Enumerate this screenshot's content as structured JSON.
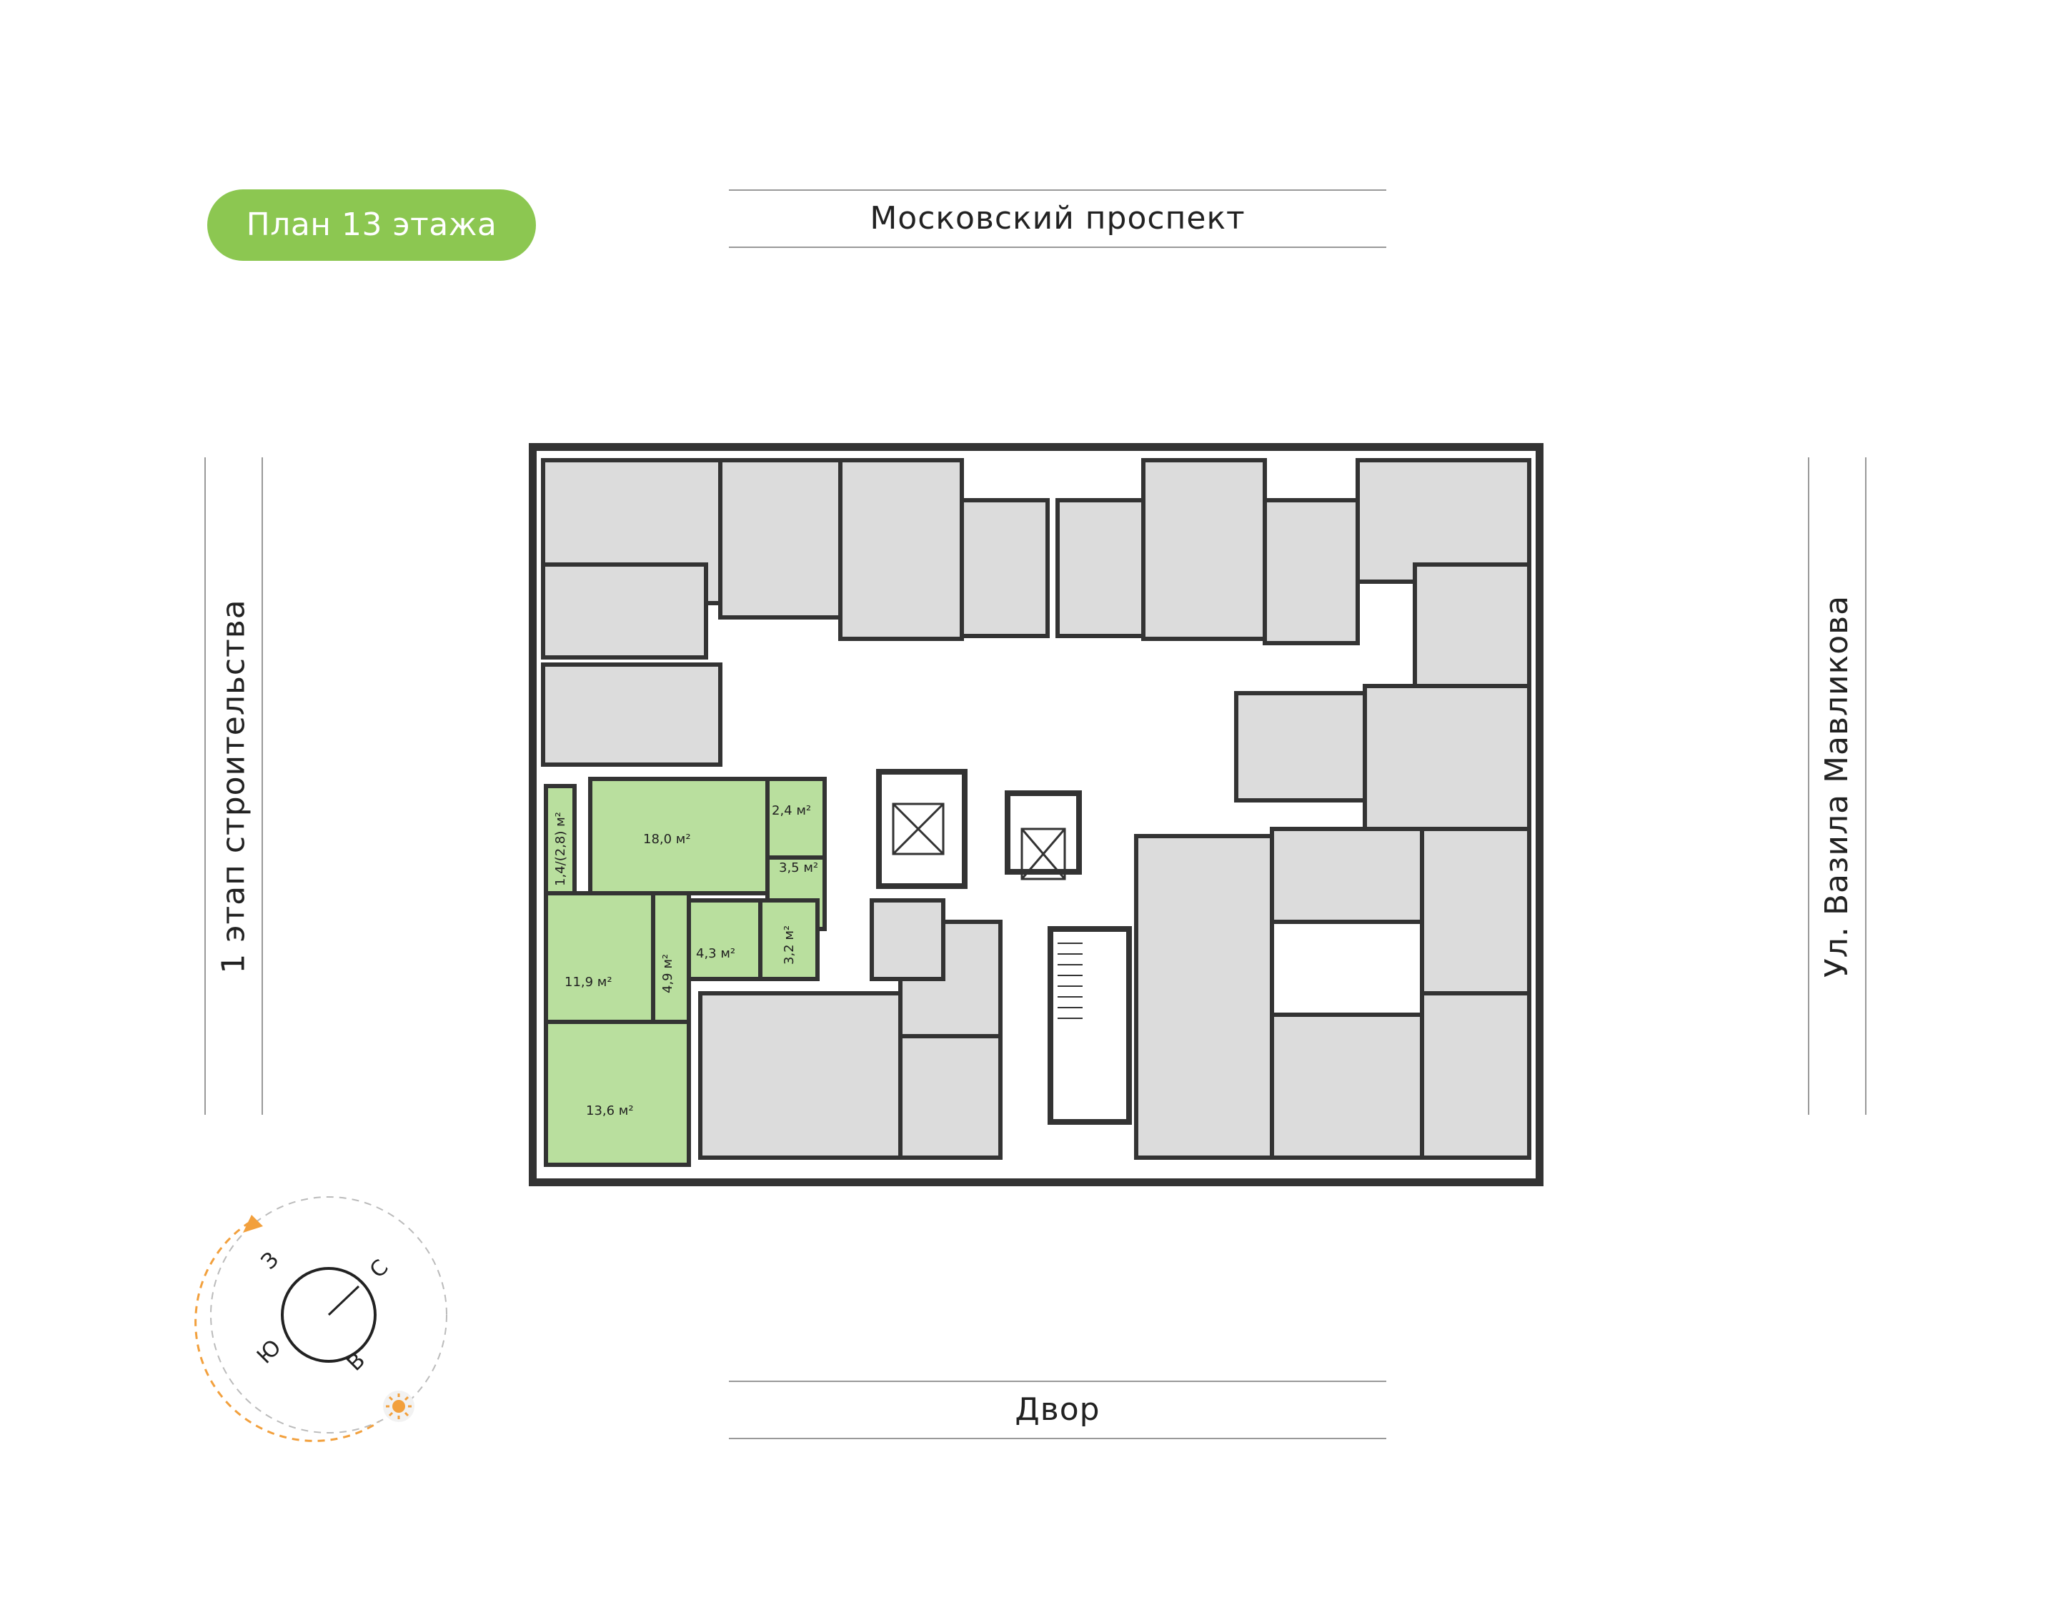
{
  "badge": {
    "title": "План 13 этажа"
  },
  "streets": {
    "top": "Московский проспект",
    "bottom": "Двор",
    "left": "1 этап строительства",
    "right": "Ул. Вазила Мавликова"
  },
  "compass": {
    "north": "С",
    "south": "Ю",
    "east": "В",
    "west": "З",
    "sun_icon": "sun-icon"
  },
  "apartment": {
    "color": "#b9df9e",
    "rooms": {
      "living": "18,0 м²",
      "hall_small": "2,4 м²",
      "hall": "3,5 м²",
      "balcony": "1,4/(2,8) м²",
      "bedroom1": "11,9 м²",
      "bedroom2": "13,6 м²",
      "bathroom": "4,3 м²",
      "wc": "3,2 м²",
      "corridor": "4,9 м²"
    }
  },
  "colors": {
    "accent": "#8cc751",
    "wall": "#333333",
    "room": "#dcdcdc",
    "compass_arrow": "#f2a03d"
  }
}
